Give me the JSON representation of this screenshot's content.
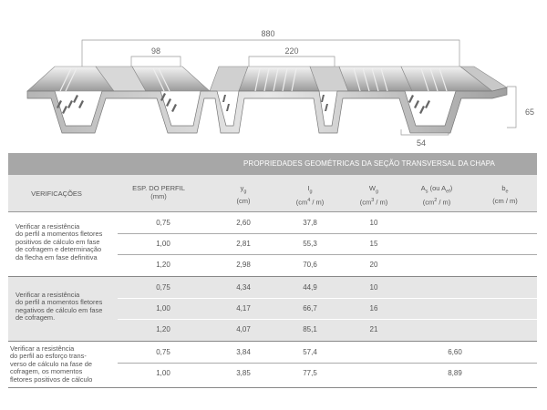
{
  "drawing": {
    "dim_total": "880",
    "dim_rib": "98",
    "dim_pitch": "220",
    "dim_height": "65",
    "dim_bottom": "54"
  },
  "table": {
    "title": "PROPRIEDADES GEOMÉTRICAS DA SEÇÃO TRANSVERSAL DA CHAPA",
    "headers": {
      "verificacoes": "VERIFICAÇÕES",
      "esp_line1": "ESP. DO PERFIL",
      "esp_line2": "(mm)",
      "yg_sym": "y",
      "yg_sub": "g",
      "yg_unit": "(cm)",
      "ig_sym": "I",
      "ig_sub": "g",
      "ig_unit_a": "(cm",
      "ig_unit_exp": "4",
      "ig_unit_b": " / m)",
      "wg_sym": "W",
      "wg_sub": "g",
      "wg_unit_a": "(cm",
      "wg_unit_exp": "3",
      "wg_unit_b": " / m)",
      "as_sym": "A",
      "as_sub": "s",
      "as_mid": " (ou A",
      "as_sub2": "ef",
      "as_end": ")",
      "as_unit_a": "(cm",
      "as_unit_exp": "2",
      "as_unit_b": " / m)",
      "be_sym": "b",
      "be_sub": "e",
      "be_unit": "(cm / m)"
    },
    "groups": [
      {
        "text": "Verificar a resistência do perfil a momentos fletores positivos de cálculo em fase de cofragem e determinação da flecha em fase definitiva",
        "lines": [
          "Verificar a resistência",
          "do perfil a momentos fletores",
          "positivos de cálculo em fase",
          "de cofragem e determinação",
          "da flecha em fase definitiva"
        ],
        "rows": [
          {
            "esp": "0,75",
            "yg": "2,60",
            "ig": "37,8",
            "wg": "10",
            "as": "",
            "be": ""
          },
          {
            "esp": "1,00",
            "yg": "2,81",
            "ig": "55,3",
            "wg": "15",
            "as": "",
            "be": ""
          },
          {
            "esp": "1,20",
            "yg": "2,98",
            "ig": "70,6",
            "wg": "20",
            "as": "",
            "be": ""
          }
        ]
      },
      {
        "text": "Verificar a resistência do perfil a momentos fletores negativos de cálculo em fase de cofragem.",
        "lines": [
          "Verificar a resistência",
          "do perfil a momentos fletores",
          "negativos de cálculo em fase",
          "de cofragem."
        ],
        "rows": [
          {
            "esp": "0,75",
            "yg": "4,34",
            "ig": "44,9",
            "wg": "10",
            "as": "",
            "be": ""
          },
          {
            "esp": "1,00",
            "yg": "4,17",
            "ig": "66,7",
            "wg": "16",
            "as": "",
            "be": ""
          },
          {
            "esp": "1,20",
            "yg": "4,07",
            "ig": "85,1",
            "wg": "21",
            "as": "",
            "be": ""
          }
        ]
      },
      {
        "text": "Verificar a resistência do perfil ao esforço transverso de cálculo na fase de cofragem, os momentos fletores positivos de cálculo",
        "lines": [
          "Verificar a resistência",
          "do perfil ao esforço trans-",
          "verso de cálculo na fase de",
          "cofragem, os momentos",
          "fletores positivos de cálculo"
        ],
        "rows": [
          {
            "esp": "0,75",
            "yg": "3,84",
            "ig": "57,4",
            "wg": "",
            "as": "6,60",
            "be": ""
          },
          {
            "esp": "1,00",
            "yg": "3,85",
            "ig": "77,5",
            "wg": "",
            "as": "8,89",
            "be": ""
          }
        ]
      }
    ]
  }
}
